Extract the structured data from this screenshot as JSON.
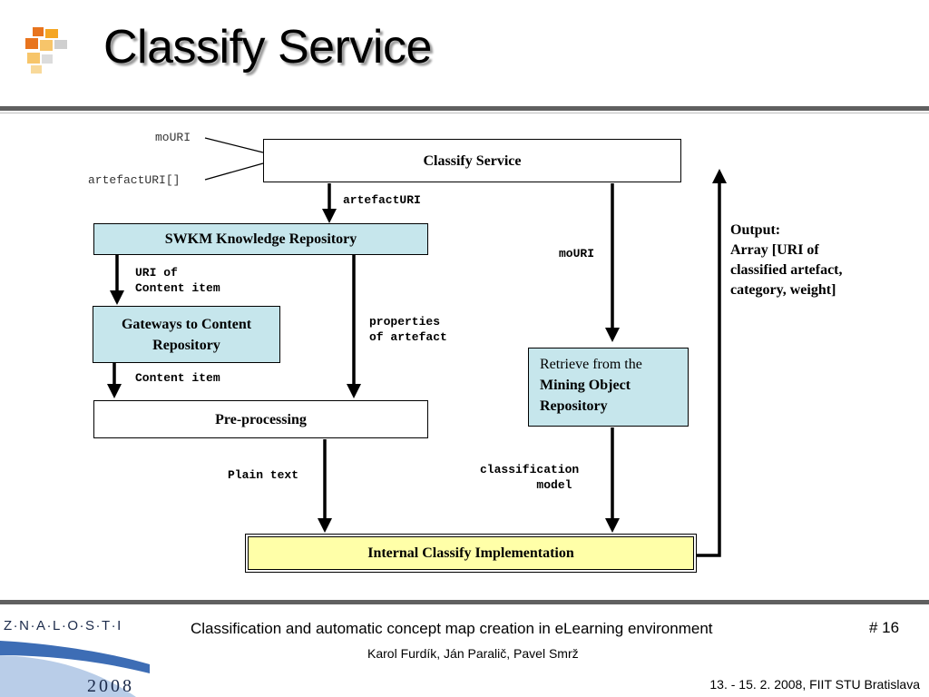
{
  "slide": {
    "title": "Classify Service"
  },
  "diagram": {
    "boxes": {
      "classify_service": "Classify Service",
      "swkm_repository": "SWKM Knowledge Repository",
      "gateways_line1": "Gateways to Content",
      "gateways_line2": "Repository",
      "preprocessing": "Pre-processing",
      "mining_line1": "Retrieve from the",
      "mining_line2": "Mining Object",
      "mining_line3": "Repository",
      "internal_classify": "Internal Classify Implementation"
    },
    "labels": {
      "mouri_input": "moURI",
      "artefacturi_input": "artefactURI[]",
      "artefacturi_arrow": "artefactURI",
      "uri_of_content_item": "URI of\nContent item",
      "content_item": "Content item",
      "properties_of_artefact": "properties\nof artefact",
      "plain_text": "Plain text",
      "mouri_arrow": "moURI",
      "classification_model": "classification\n        model"
    },
    "output": {
      "line1": "Output:",
      "line2": "Array [URI of",
      "line3": "classified artefact,",
      "line4": "category, weight]"
    }
  },
  "footer": {
    "logo_top": "Z·N·A·L·O·S·T·I",
    "logo_year": "2008",
    "presentation_title": "Classification and automatic concept map creation in eLearning environment",
    "authors": "Karol Furdík, Ján Paralič, Pavel Smrž",
    "page_number": "# 16",
    "event": "13. - 15. 2. 2008, FIIT STU Bratislava"
  },
  "colors": {
    "cyan_box": "#c6e6ec",
    "yellow_box": "#ffffa8",
    "rule": "#606060",
    "logo_orange": "#f5a623",
    "logo_blue": "#3d6db5"
  }
}
